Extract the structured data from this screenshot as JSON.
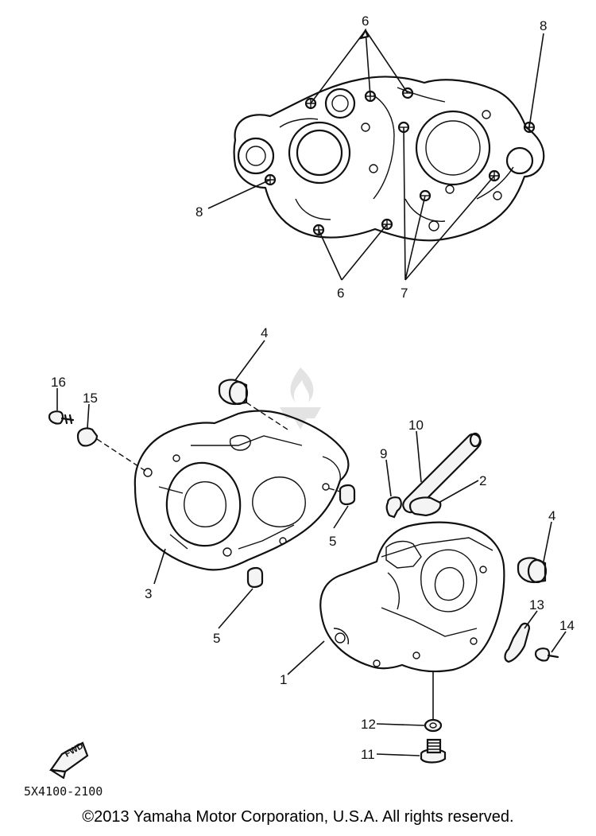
{
  "callouts": {
    "c6_top": "6",
    "c8_top": "8",
    "c8_left": "8",
    "c6_bottom": "6",
    "c7": "7",
    "c4_top": "4",
    "c16": "16",
    "c15": "15",
    "c10": "10",
    "c9": "9",
    "c2": "2",
    "c4_right": "4",
    "c5_right": "5",
    "c3": "3",
    "c5_bottom": "5",
    "c13": "13",
    "c14": "14",
    "c1": "1",
    "c12": "12",
    "c11": "11"
  },
  "fwd_mark": "FWD",
  "diagram_code": "5X4100-2100",
  "copyright": "©2013 Yamaha Motor Corporation, U.S.A. All rights reserved."
}
